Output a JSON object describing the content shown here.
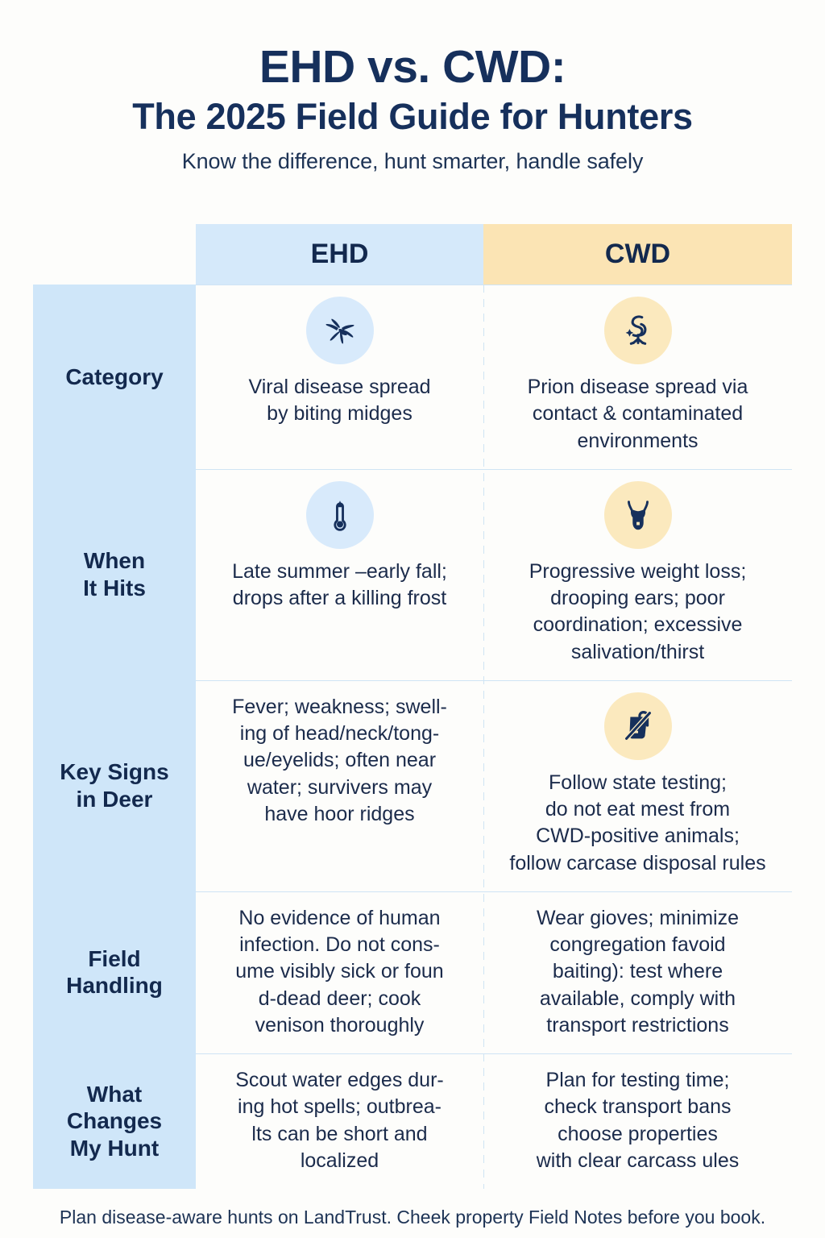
{
  "header": {
    "title_line1": "EHD vs. CWD:",
    "title_line2": "The 2025 Field Guide for Hunters",
    "subtitle": "Know the difference, hunt smarter, handle safely"
  },
  "columns": {
    "label_blank": "",
    "ehd": "EHD",
    "cwd": "CWD"
  },
  "rows": [
    {
      "label": "Category",
      "ehd": {
        "icon": "midge-icon",
        "text": "Viral disease spread\nby biting midges"
      },
      "cwd": {
        "icon": "prion-protein-icon",
        "text": "Prion disease spread via\ncontact & contaminated\nenvironments"
      }
    },
    {
      "label": "When\nIt Hits",
      "ehd": {
        "icon": "thermometer-icon",
        "text": "Late summer –early fall;\ndrops after a killing frost"
      },
      "cwd": {
        "icon": "deer-head-icon",
        "text": "Progressive weight loss;\ndrooping ears; poor\ncoordination; excessive\nsalivation/thirst"
      }
    },
    {
      "label": "Key Signs\nin Deer",
      "ehd": {
        "icon": "",
        "text": "Fever; weakness; swell-\ning of head/neck/tong-\nue/eyelids; often near\nwater; survivers may\nhave hoor ridges"
      },
      "cwd": {
        "icon": "no-meat-icon",
        "text": "Follow state testing;\ndo not eat mest from\nCWD-positive animals;\nfollow carcase disposal rules"
      }
    },
    {
      "label": "Field\nHandling",
      "ehd": {
        "icon": "",
        "text": "No evidence of human\ninfection. Do not cons-\nume visibly sick or foun\nd-dead deer; cook\nvenison thoroughly"
      },
      "cwd": {
        "icon": "",
        "text": "Wear gioves; minimize\ncongregation favoid\nbaiting): test where\navailable, comply with\ntransport restrictions"
      }
    },
    {
      "label": "What\nChanges\nMy Hunt",
      "ehd": {
        "icon": "",
        "text": "Scout water edges dur-\ning hot spells; outbrea-\nlts can be short and\nlocalized"
      },
      "cwd": {
        "icon": "",
        "text": "Plan for testing time;\ncheck transport bans\nchoose properties\nwith clear carcass ules"
      }
    }
  ],
  "footer": {
    "text": "Plan disease-aware hunts on LandTrust. Cheek property Field Notes before you book."
  },
  "colors": {
    "background": "#fdfdfb",
    "navy": "#16305c",
    "ehd_blue": "#d5e9fa",
    "cwd_yellow": "#fbe4b4",
    "label_blue": "#cfe6f9",
    "rule": "#cfe4f4"
  }
}
